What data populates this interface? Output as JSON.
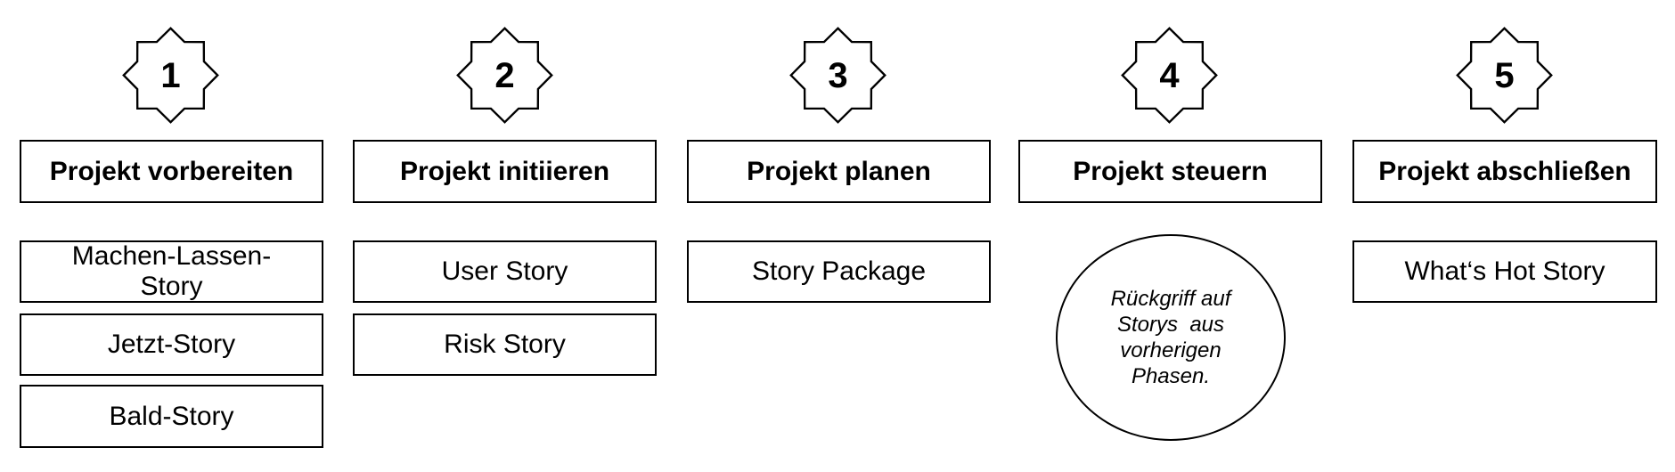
{
  "diagram": {
    "type": "process-phases",
    "language": "de"
  },
  "colors": {
    "line": "#000000",
    "text": "#000000",
    "background": "#ffffff"
  },
  "columns": [
    {
      "number": "1",
      "title": "Projekt vorbereiten",
      "items": [
        "Machen-Lassen-\nStory",
        "Jetzt-Story",
        "Bald-Story"
      ]
    },
    {
      "number": "2",
      "title": "Projekt initiieren",
      "items": [
        "User Story",
        "Risk Story"
      ]
    },
    {
      "number": "3",
      "title": "Projekt planen",
      "items": [
        "Story Package"
      ]
    },
    {
      "number": "4",
      "title": "Projekt steuern",
      "note": "Rückgriff auf\nStorys  aus\nvorherigen\nPhasen."
    },
    {
      "number": "5",
      "title": "Projekt abschließen",
      "items": [
        "What‘s Hot Story"
      ]
    }
  ]
}
